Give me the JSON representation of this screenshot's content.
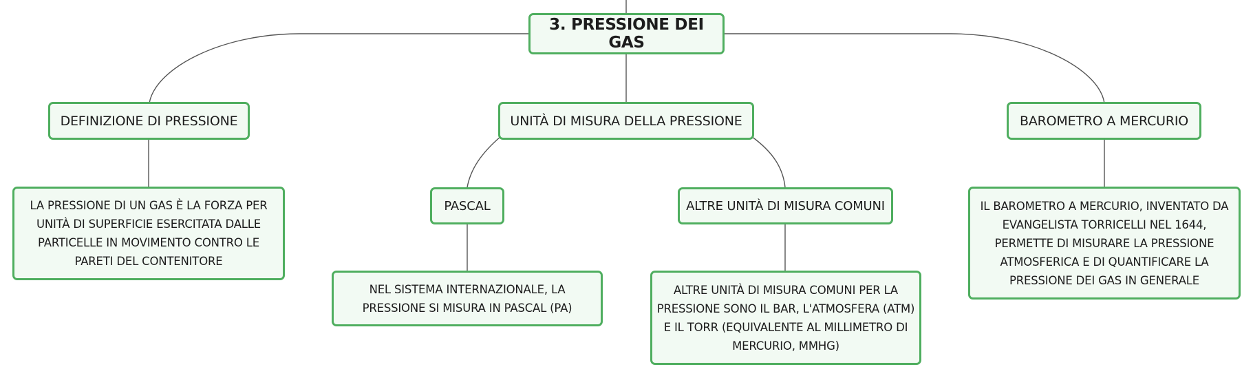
{
  "root": {
    "label": "3. PRESSIONE DEI GAS"
  },
  "branches": {
    "definizione": {
      "label": "DEFINIZIONE DI PRESSIONE",
      "detail": "LA PRESSIONE DI UN GAS È LA FORZA PER UNITÀ DI SUPERFICIE ESERCITATA DALLE PARTICELLE IN MOVIMENTO CONTRO LE PARETI DEL CONTENITORE"
    },
    "unita": {
      "label": "UNITÀ DI MISURA DELLA PRESSIONE",
      "pascal": {
        "label": "PASCAL",
        "detail": "NEL SISTEMA INTERNAZIONALE, LA PRESSIONE SI MISURA IN PASCAL (PA)"
      },
      "altre": {
        "label": "ALTRE UNITÀ DI MISURA COMUNI",
        "detail": "ALTRE UNITÀ DI MISURA COMUNI PER LA PRESSIONE SONO IL BAR, L'ATMOSFERA (ATM) E IL TORR (EQUIVALENTE AL MILLIMETRO DI MERCURIO, MMHG)"
      }
    },
    "barometro": {
      "label": "BAROMETRO A MERCURIO",
      "detail": "IL BAROMETRO A MERCURIO, INVENTATO DA EVANGELISTA TORRICELLI NEL 1644, PERMETTE DI MISURARE LA PRESSIONE ATMOSFERICA E DI QUANTIFICARE LA PRESSIONE DEI GAS IN GENERALE"
    }
  },
  "colors": {
    "node_border": "#4fae5f",
    "node_fill": "#f2faf3",
    "connector": "#555555"
  }
}
